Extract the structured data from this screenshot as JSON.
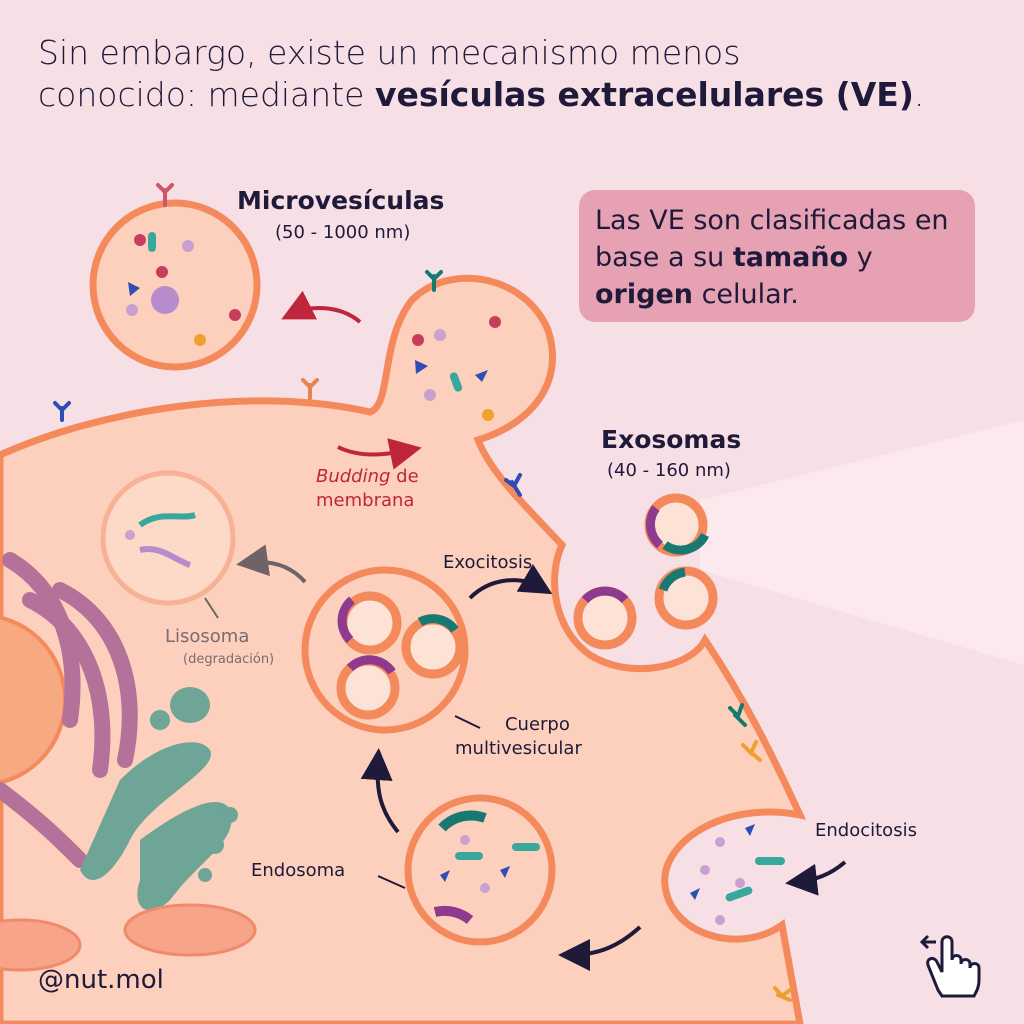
{
  "headline": {
    "line1": "Sin embargo, existe un mecanismo menos",
    "line2_prefix": "conocido: mediante ",
    "line2_bold": "vesículas extracelulares (VE)",
    "line2_suffix": "."
  },
  "infobox": {
    "part1": "Las VE son clasificadas en base a su ",
    "bold1": "tamaño",
    "part2": " y ",
    "bold2": "origen",
    "part3": " celular."
  },
  "labels": {
    "microvesiculas_title": "Microvesículas",
    "microvesiculas_size": "(50 - 1000 nm)",
    "exosomas_title": "Exosomas",
    "exosomas_size": "(40 - 160 nm)",
    "budding_italic": "Budding",
    "budding_rest": " de",
    "budding_line2": "membrana",
    "exocitosis": "Exocitosis",
    "lisosoma": "Lisosoma",
    "lisosoma_sub": "(degradación)",
    "cuerpo_line1": "Cuerpo",
    "cuerpo_line2": "multivesicular",
    "endosoma": "Endosoma",
    "endocitosis": "Endocitosis"
  },
  "handle": "@nut.mol",
  "icons": [
    "swipe-hand-icon"
  ],
  "colors": {
    "background": "#f6dfe5",
    "cell": "#fcd0bc",
    "membrane": "#f48a5c",
    "infobox": "#e6a2b3",
    "accent_red": "#c0263b",
    "text": "#1f1a3a"
  }
}
